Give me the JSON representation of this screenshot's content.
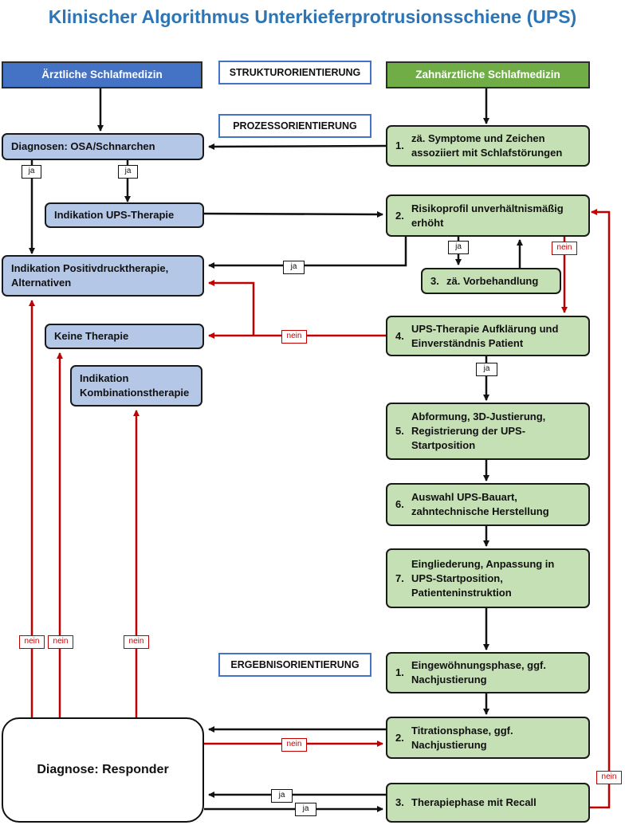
{
  "title": "Klinischer Algorithmus Unterkieferprotrusionsschiene (UPS)",
  "headers": {
    "left": "Ärztliche Schlafmedizin",
    "right": "Zahnärztliche Schlafmedizin"
  },
  "labels": {
    "struktur": "STRUKTURORIENTIERUNG",
    "prozess": "PROZESSORIENTIERUNG",
    "ergebnis": "ERGEBNISORIENTIERUNG"
  },
  "left_boxes": {
    "diagnosen": "Diagnosen: OSA/Schnarchen",
    "indikation_ups": "Indikation UPS-Therapie",
    "positivdruck": "Indikation Positivdrucktherapie, Alternativen",
    "keine": "Keine Therapie",
    "kombination": "Indikation Kombinationstherapie",
    "responder": "Diagnose: Responder"
  },
  "right_boxes": {
    "s1": {
      "num": "1.",
      "text": "zä. Symptome und Zeichen assoziiert mit Schlafstörungen"
    },
    "s2": {
      "num": "2.",
      "text": "Risikoprofil unverhältnismäßig erhöht"
    },
    "s3": {
      "num": "3.",
      "text": "zä. Vorbehandlung"
    },
    "s4": {
      "num": "4.",
      "text": "UPS-Therapie Aufklärung und Einverständnis Patient"
    },
    "s5": {
      "num": "5.",
      "text": "Abformung, 3D-Justierung, Registrierung der UPS-Startposition"
    },
    "s6": {
      "num": "6.",
      "text": "Auswahl UPS-Bauart, zahntechnische Herstellung"
    },
    "s7": {
      "num": "7.",
      "text": "Eingliederung, Anpassung in UPS-Startposition, Patienteninstruktion"
    },
    "e1": {
      "num": "1.",
      "text": "Eingewöhnungsphase, ggf. Nachjustierung"
    },
    "e2": {
      "num": "2.",
      "text": "Titrationsphase, ggf. Nachjustierung"
    },
    "e3": {
      "num": "3.",
      "text": "Therapiephase mit Recall"
    }
  },
  "tags": {
    "ja": "ja",
    "nein": "nein"
  },
  "colors": {
    "blue_box": "#b4c7e7",
    "green_box": "#c5e0b4",
    "header_blue": "#4472c4",
    "header_green": "#70ad47",
    "title": "#2e75b6",
    "nein_arrow": "#c00000"
  }
}
